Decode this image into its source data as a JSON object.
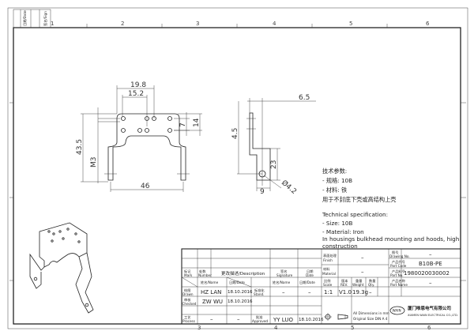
{
  "revision_box": {
    "date_label": "日期/Date",
    "sign_label": "签名/Sign"
  },
  "zones": {
    "top": [
      "1",
      "2",
      "3",
      "4",
      "5",
      "6"
    ],
    "bottom": [
      "3",
      "4",
      "5",
      "6"
    ]
  },
  "front_view": {
    "dims": {
      "d1": "19.8",
      "d2": "15.2",
      "height": "43.5",
      "thread": "M3",
      "width": "46",
      "d3": "7",
      "d4": "14"
    }
  },
  "side_view": {
    "dims": {
      "d1": "6.5",
      "d2": "4.5",
      "d3": "23",
      "d4": "9",
      "hole": "Ø4.2"
    }
  },
  "notes": {
    "cn": [
      "技术参数:",
      "- 规格: 10B",
      "- 材料: 铁",
      "用于不封底下壳或高结构上壳"
    ],
    "en": [
      "Technical specification:",
      "- Size: 10B",
      "- Material: Iron",
      "In housings bulkhead mounting and hoods, high",
      "construction"
    ]
  },
  "title_block": {
    "headers": {
      "mark": [
        "标记",
        "Mark"
      ],
      "number": [
        "处数",
        "Number"
      ],
      "description": "更改描述/Description",
      "signature": [
        "签名",
        "Signature"
      ],
      "date": [
        "日期",
        "Date"
      ],
      "name": "姓名/Name",
      "date2": "日期/Date"
    },
    "rows": [
      {
        "label": [
          "绘图",
          "Drawn"
        ],
        "name": "HZ LAN",
        "date": "18.10.2016",
        "role": [
          "标准化",
          "Stand."
        ],
        "role_name": "–",
        "role_date": "–"
      },
      {
        "label": [
          "审核",
          "Checked"
        ],
        "name": "ZW WU",
        "date": "18.10.2016"
      },
      {
        "label": [
          "工艺",
          "Process"
        ],
        "name": "–",
        "date": "–",
        "role": [
          "批准",
          "Approved"
        ],
        "role_name": "YY LUO",
        "role_date": "18.10.2016"
      }
    ],
    "finish": {
      "label": [
        "表面处理",
        "Finish"
      ],
      "value": "–"
    },
    "material": {
      "label": [
        "材料",
        "Material"
      ],
      "value": "–"
    },
    "scale": {
      "label": [
        "比例",
        "Scale"
      ],
      "value": "1:1"
    },
    "rev": {
      "label": [
        "版本",
        "REV."
      ],
      "value": "V1.0"
    },
    "weight": {
      "label": [
        "重量",
        "Weight"
      ],
      "value": "19.3g"
    },
    "qty": {
      "label": [
        "数量",
        "Qty."
      ],
      "value": "–"
    },
    "dimensions_note": [
      "All Dimensions in mm",
      "Original Size DIN A 4"
    ],
    "drawing_no": {
      "label": [
        "图号",
        "Drawing No."
      ],
      "value": "–"
    },
    "part_code": {
      "label": [
        "产品代号",
        "Part Code"
      ],
      "value": "B10B-PE"
    },
    "part_no": {
      "label": [
        "产品料号",
        "Part No."
      ],
      "value": "1980020030002"
    },
    "part_name": {
      "label": [
        "产品名称",
        "Part Name"
      ],
      "value": "–"
    },
    "company": {
      "logo": "WAIN",
      "name_cn": "厦门唯恩电气有限公司",
      "name_en": "XIAMEN WAIN ELECTRICAL CO.,LTD."
    }
  }
}
